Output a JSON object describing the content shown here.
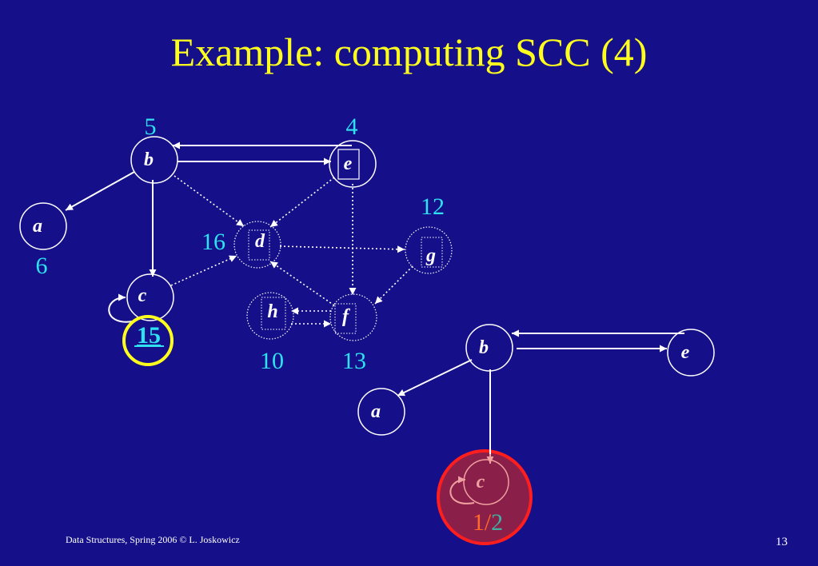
{
  "slide": {
    "title": "Example: computing SCC (4)",
    "footer": "Data Structures,  Spring 2006 © L. Joskowicz",
    "page_number": "13"
  },
  "diagram_top": {
    "nodes": {
      "a": "a",
      "b": "b",
      "c": "c",
      "d": "d",
      "e": "e",
      "f": "f",
      "g": "g",
      "h": "h"
    },
    "numbers": {
      "a": "6",
      "b": "5",
      "c": "15",
      "d": "16",
      "e": "4",
      "f": "13",
      "g": "12",
      "h": "10"
    }
  },
  "diagram_bottom": {
    "nodes": {
      "a": "a",
      "b": "b",
      "c": "c",
      "e": "e"
    },
    "scc_label_part1": "1/",
    "scc_label_part2": "2"
  },
  "colors": {
    "background": "#15108a",
    "title": "#ffff1e",
    "numbers": "#2ee0f0",
    "highlight_ring": "#ffff1e",
    "scc_fill": "#8a1f4a",
    "scc_ring": "#ff1e1e",
    "scc_label_1": "#ff6a2a",
    "scc_label_2": "#40b0a0"
  }
}
